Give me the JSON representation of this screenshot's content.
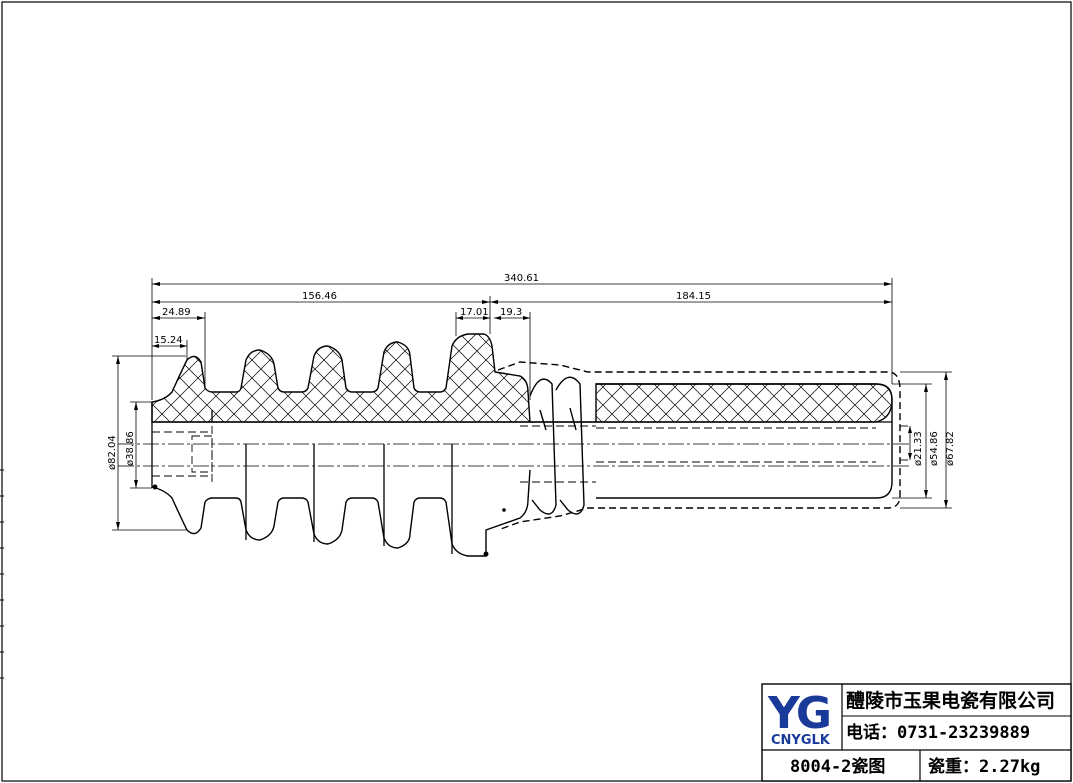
{
  "dimensions": {
    "overall_length": "340.61",
    "length_1": "156.46",
    "length_2": "184.15",
    "shed_pitch": "24.89",
    "flange_length": "15.24",
    "top_width": "17.01",
    "gap": "19.3",
    "dia_outer_left": "ø82.04",
    "dia_bore_left": "ø38.86",
    "dia_bore_right": "ø21.33",
    "dia_mid_right": "ø54.86",
    "dia_outer_right": "ø67.82"
  },
  "title_block": {
    "logo_letters": "YG",
    "logo_sub": "CNYGLK",
    "company": "醴陵市玉果电瓷有限公司",
    "phone": "电话：0731-23239889",
    "drawing_name": "8004-2瓷图",
    "weight": "瓷重：2.27kg"
  },
  "colors": {
    "line": "#000000",
    "logo_blue": "#1a3a9a"
  }
}
